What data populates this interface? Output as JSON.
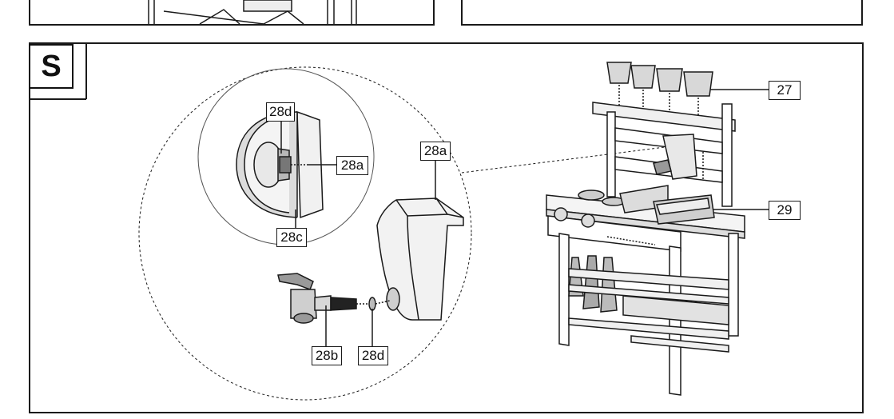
{
  "step": {
    "letter": "S"
  },
  "labels": {
    "part_27": "27",
    "part_29": "29",
    "part_28a_inset": "28a",
    "part_28a_tank": "28a",
    "part_28b": "28b",
    "part_28c": "28c",
    "part_28d_inset": "28d",
    "part_28d_ring": "28d"
  },
  "colors": {
    "line": "#1a1a1a",
    "fill_light": "#e6e6e6",
    "fill_mid": "#c8c8c8",
    "fill_dark": "#8a8a8a"
  }
}
